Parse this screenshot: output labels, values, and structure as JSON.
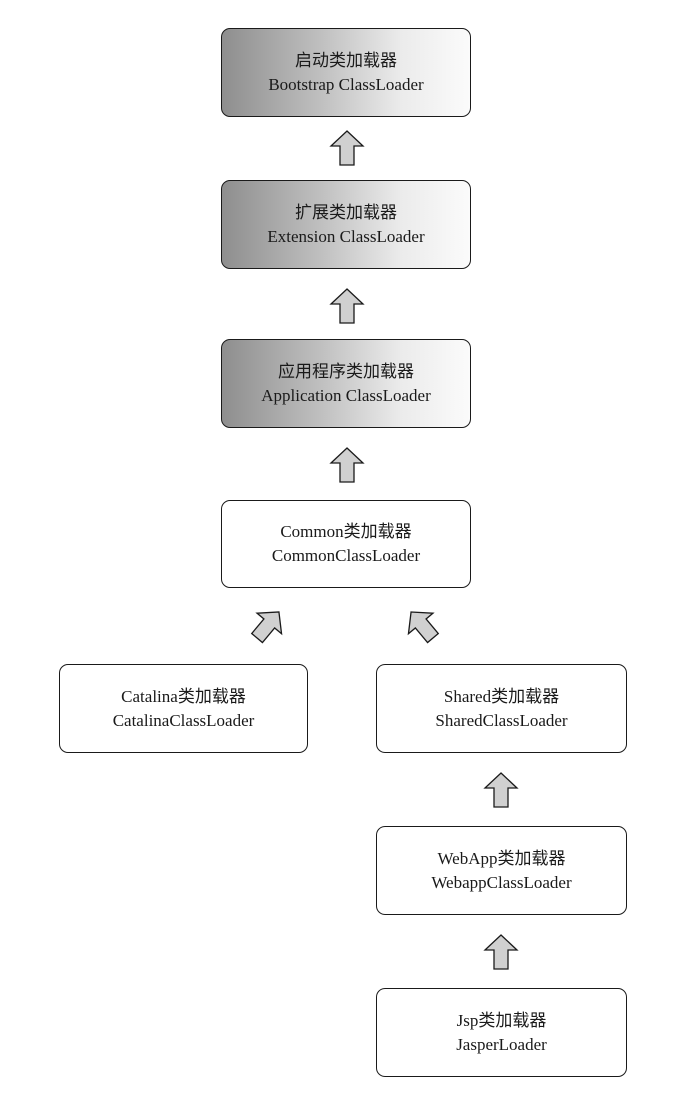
{
  "nodes": {
    "bootstrap": {
      "name": "启动类加载器",
      "class": "Bootstrap ClassLoader"
    },
    "extension": {
      "name": "扩展类加载器",
      "class": "Extension ClassLoader"
    },
    "application": {
      "name": "应用程序类加载器",
      "class": "Application ClassLoader"
    },
    "common": {
      "name": "Common类加载器",
      "class": "CommonClassLoader"
    },
    "catalina": {
      "name": "Catalina类加载器",
      "class": "CatalinaClassLoader"
    },
    "shared": {
      "name": "Shared类加载器",
      "class": "SharedClassLoader"
    },
    "webapp": {
      "name": "WebApp类加载器",
      "class": "WebappClassLoader"
    },
    "jsp": {
      "name": "Jsp类加载器",
      "class": "JasperLoader"
    }
  },
  "edges": [
    {
      "from": "extension",
      "to": "bootstrap"
    },
    {
      "from": "application",
      "to": "extension"
    },
    {
      "from": "common",
      "to": "application"
    },
    {
      "from": "catalina",
      "to": "common"
    },
    {
      "from": "shared",
      "to": "common"
    },
    {
      "from": "webapp",
      "to": "shared"
    },
    {
      "from": "jsp",
      "to": "webapp"
    }
  ],
  "colors": {
    "border": "#1a1a1a",
    "arrow_fill": "#d0d0d0",
    "gradient_dark": "#8e8e8e",
    "gradient_light": "#fbfbfb"
  }
}
